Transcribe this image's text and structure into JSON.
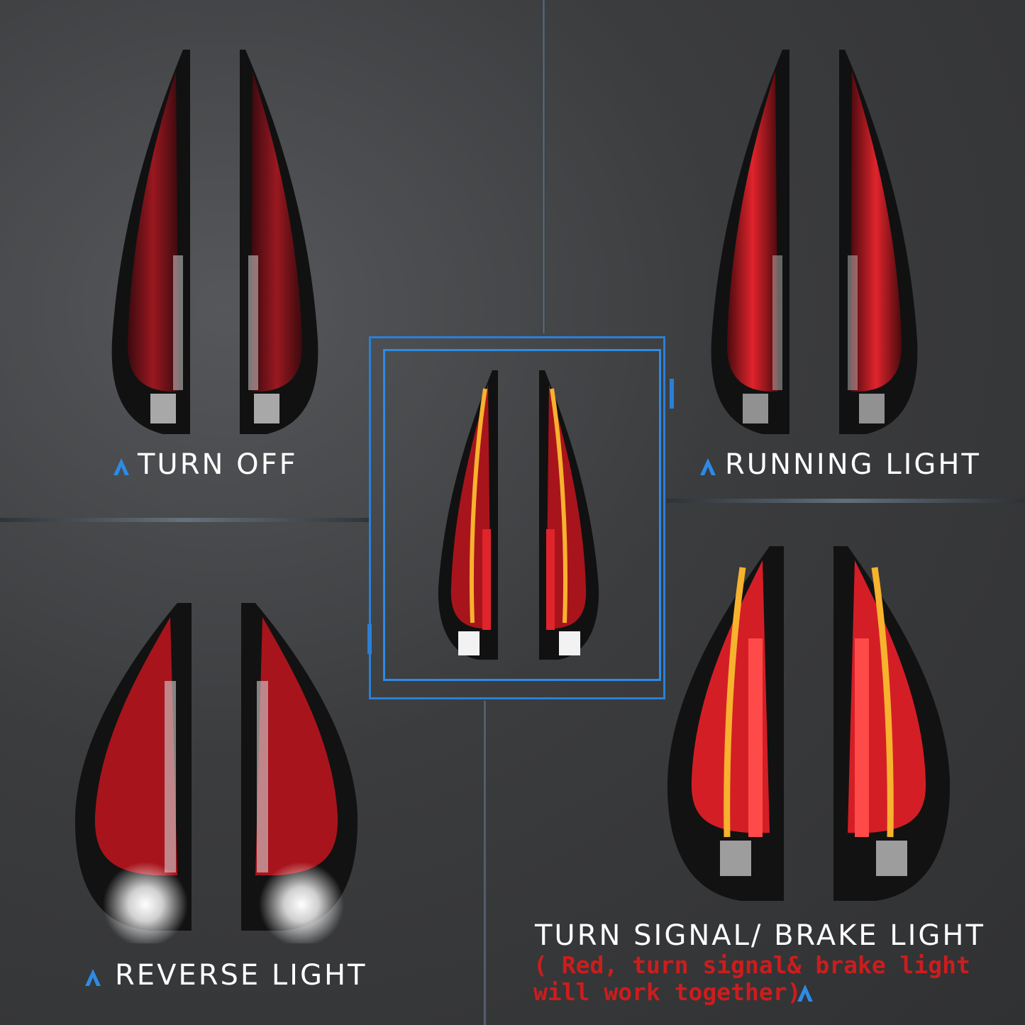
{
  "panels": {
    "top_left": {
      "caption": "TURN OFF"
    },
    "top_right": {
      "caption": "RUNNING LIGHT"
    },
    "bottom_left": {
      "caption": "REVERSE LIGHT"
    },
    "bottom_right": {
      "caption": "TURN SIGNAL/ BRAKE LIGHT",
      "note_line1": "( Red, turn signal& brake light",
      "note_line2": "will work together)"
    }
  },
  "colors": {
    "caption": "#ffffff",
    "accent_blue": "#2d8be6",
    "note_red": "#cc1d1d",
    "lamp_red": "#b3121a",
    "lamp_amber": "#f7b22e"
  },
  "icons": [
    "chevron-up-icon"
  ]
}
